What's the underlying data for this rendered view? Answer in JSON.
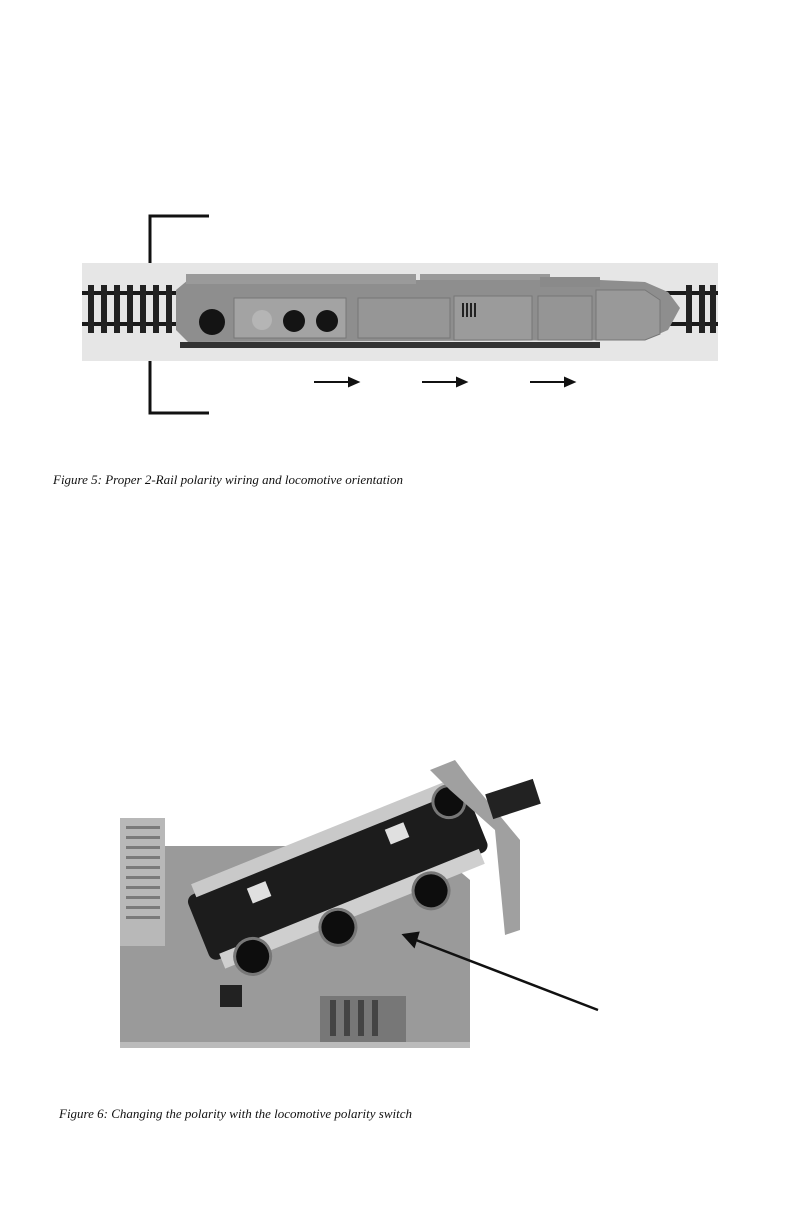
{
  "figure5": {
    "caption": "Figure 5:  Proper 2-Rail polarity wiring and locomotive orientation",
    "image": "locomotive-on-track-photo",
    "direction_arrows": 3
  },
  "figure6": {
    "caption": "Figure 6:  Changing the polarity with the locomotive polarity switch",
    "image": "locomotive-underside-truck-photo"
  },
  "colors": {
    "text": "#111111",
    "loco_gray": "#8e8e8e",
    "track_dark": "#1a1a1a"
  }
}
